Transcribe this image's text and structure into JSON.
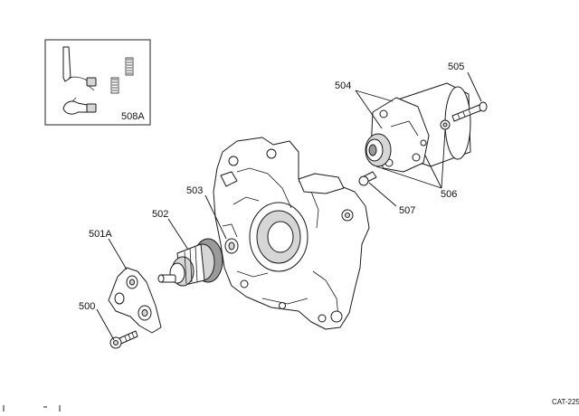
{
  "labels": {
    "p500": "500",
    "p501a": "501A",
    "p502": "502",
    "p503": "503",
    "p504": "504",
    "p505": "505",
    "p506": "506",
    "p507": "507",
    "p508a": "508A"
  },
  "catalog_code": "CAT-225"
}
